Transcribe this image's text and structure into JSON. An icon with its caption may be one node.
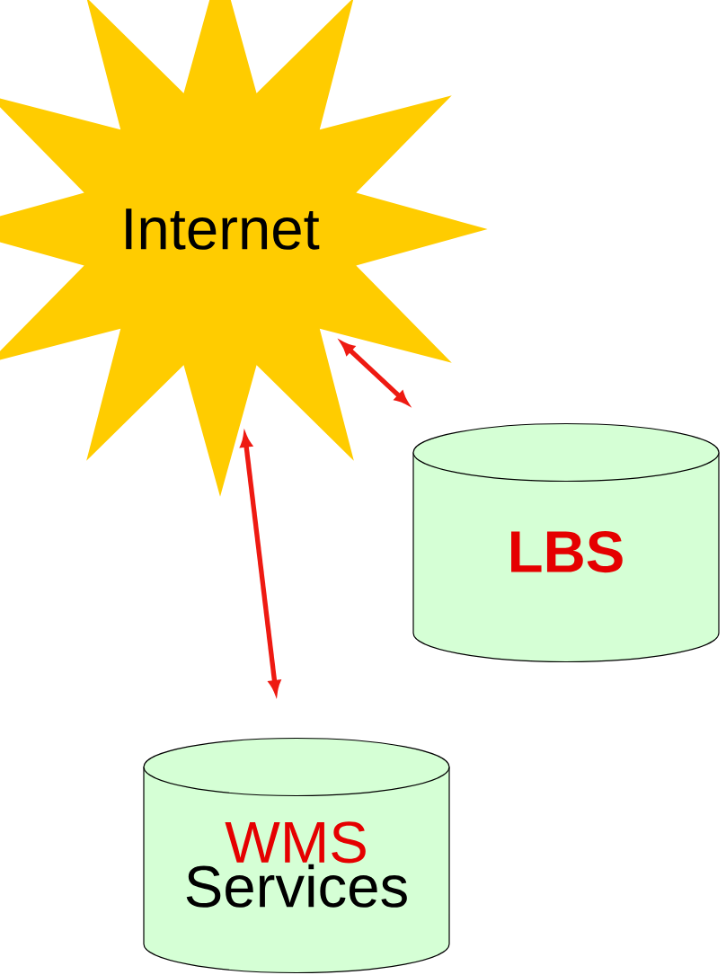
{
  "diagram": {
    "nodes": [
      {
        "text": [
          "Internet"
        ]
      },
      {
        "text": [
          "LBS"
        ]
      },
      {
        "text": [
          "WMS",
          "Services"
        ]
      }
    ],
    "edges": [
      {
        "from": 0,
        "to": 1,
        "arrow": "both"
      },
      {
        "from": 0,
        "to": 2,
        "arrow": "both"
      }
    ]
  }
}
